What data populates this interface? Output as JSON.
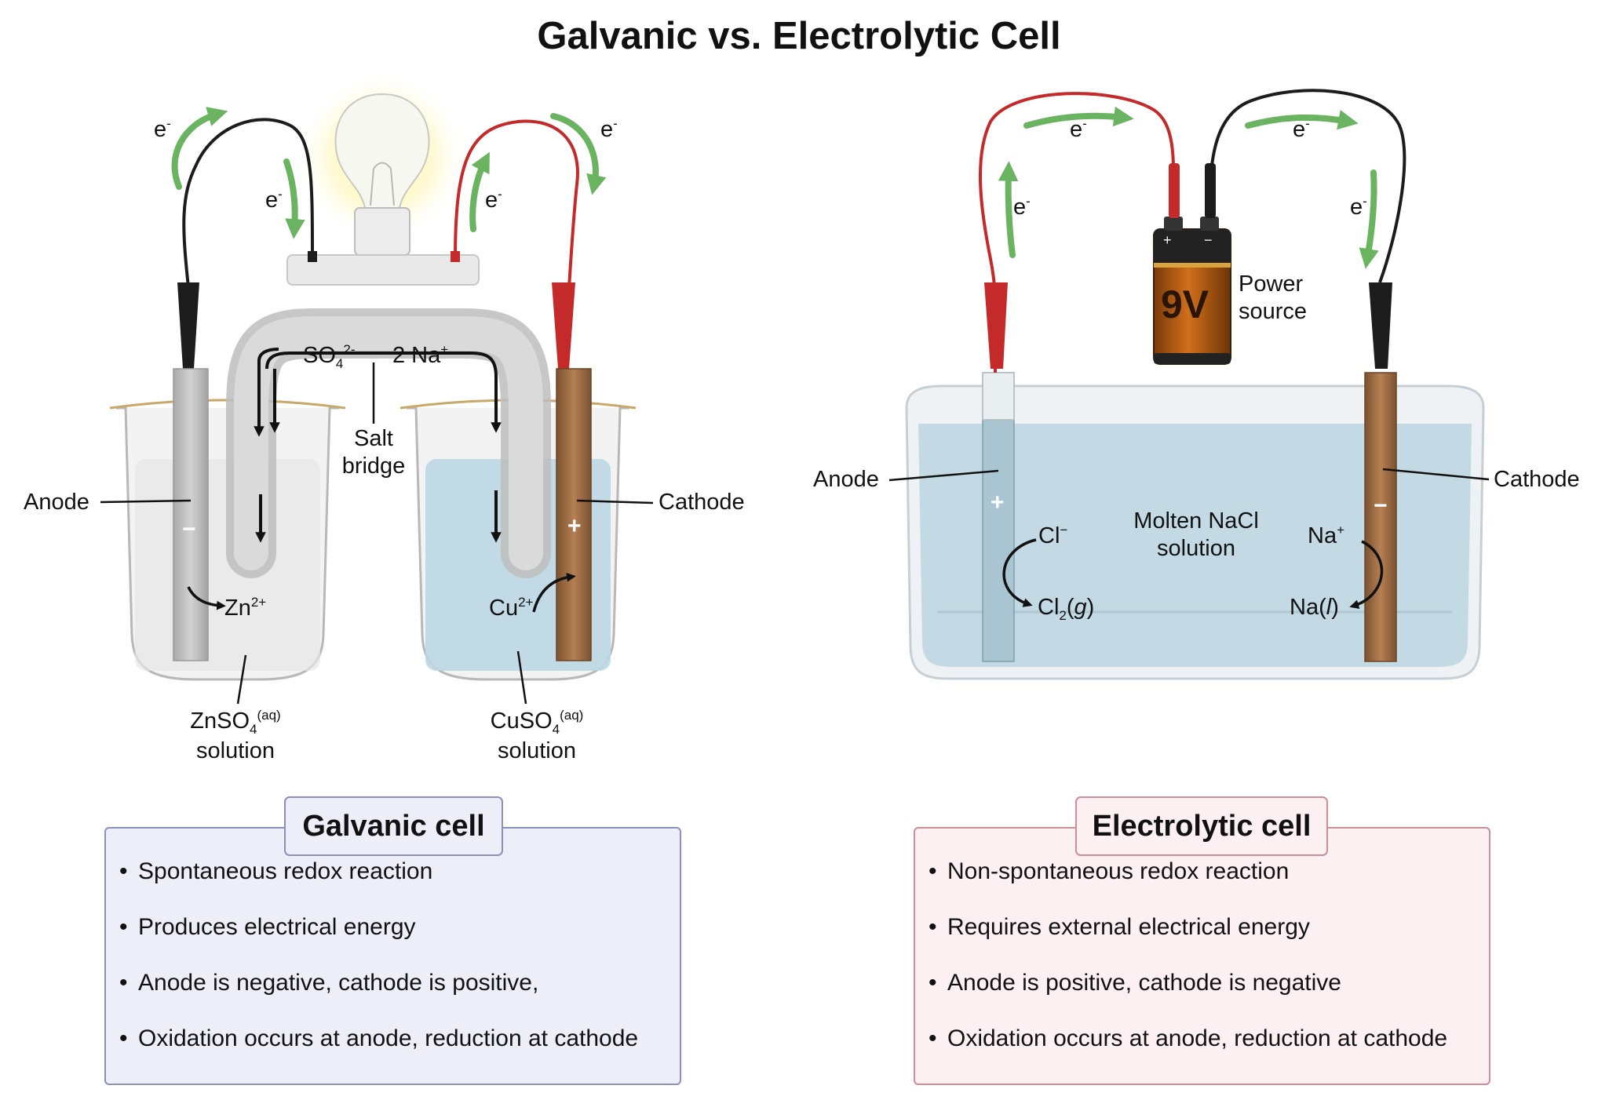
{
  "title": "Galvanic vs. Electrolytic Cell",
  "electron": {
    "base": "e",
    "charge": "-"
  },
  "galvanic": {
    "anode_label": "Anode",
    "cathode_label": "Cathode",
    "anode_sign": "−",
    "cathode_sign": "+",
    "salt_bridge_label": [
      "Salt",
      "bridge"
    ],
    "bridge_anion": {
      "base": "SO",
      "sub": "4",
      "charge": "2-"
    },
    "bridge_cation": {
      "base": "2 Na",
      "charge": "+"
    },
    "zn_ion": {
      "base": "Zn",
      "charge": "2+"
    },
    "cu_ion": {
      "base": "Cu",
      "charge": "2+"
    },
    "left_solution": {
      "formula": "ZnSO",
      "sub": "4",
      "state": "(aq)",
      "word": "solution"
    },
    "right_solution": {
      "formula": "CuSO",
      "sub": "4",
      "state": "(aq)",
      "word": "solution"
    }
  },
  "electrolytic": {
    "anode_label": "Anode",
    "cathode_label": "Cathode",
    "anode_sign": "+",
    "cathode_sign": "−",
    "battery": {
      "label": "9V",
      "plus": "+",
      "minus": "−"
    },
    "power_source": [
      "Power",
      "source"
    ],
    "solution": [
      "Molten NaCl",
      "solution"
    ],
    "cl_ion": {
      "base": "Cl",
      "charge": "−"
    },
    "cl_product": {
      "base": "Cl",
      "sub": "2",
      "state": "g"
    },
    "na_ion": {
      "base": "Na",
      "charge": "+"
    },
    "na_product": {
      "base": "Na",
      "state": "l"
    }
  },
  "panels": {
    "galvanic": {
      "title": "Galvanic cell",
      "items": [
        "Spontaneous redox reaction",
        "Produces electrical energy",
        "Anode is negative, cathode is positive,",
        "Oxidation occurs at anode, reduction at cathode"
      ]
    },
    "electrolytic": {
      "title": "Electrolytic cell",
      "items": [
        "Non-spontaneous redox reaction",
        "Requires external electrical energy",
        "Anode is positive, cathode is negative",
        "Oxidation occurs at anode, reduction at cathode"
      ]
    }
  },
  "colors": {
    "electron_arrow": "#5aab4f",
    "black_wire": "#1c1c1c",
    "red_wire": "#c42a2a",
    "cuso4_solution": "#bcd7e3",
    "nacl_solution": "#c3dae4",
    "copper_electrode": "#9a6a3e",
    "galvanic_panel_border": "#8d8fbd",
    "electrolytic_panel_border": "#cf8c99"
  }
}
